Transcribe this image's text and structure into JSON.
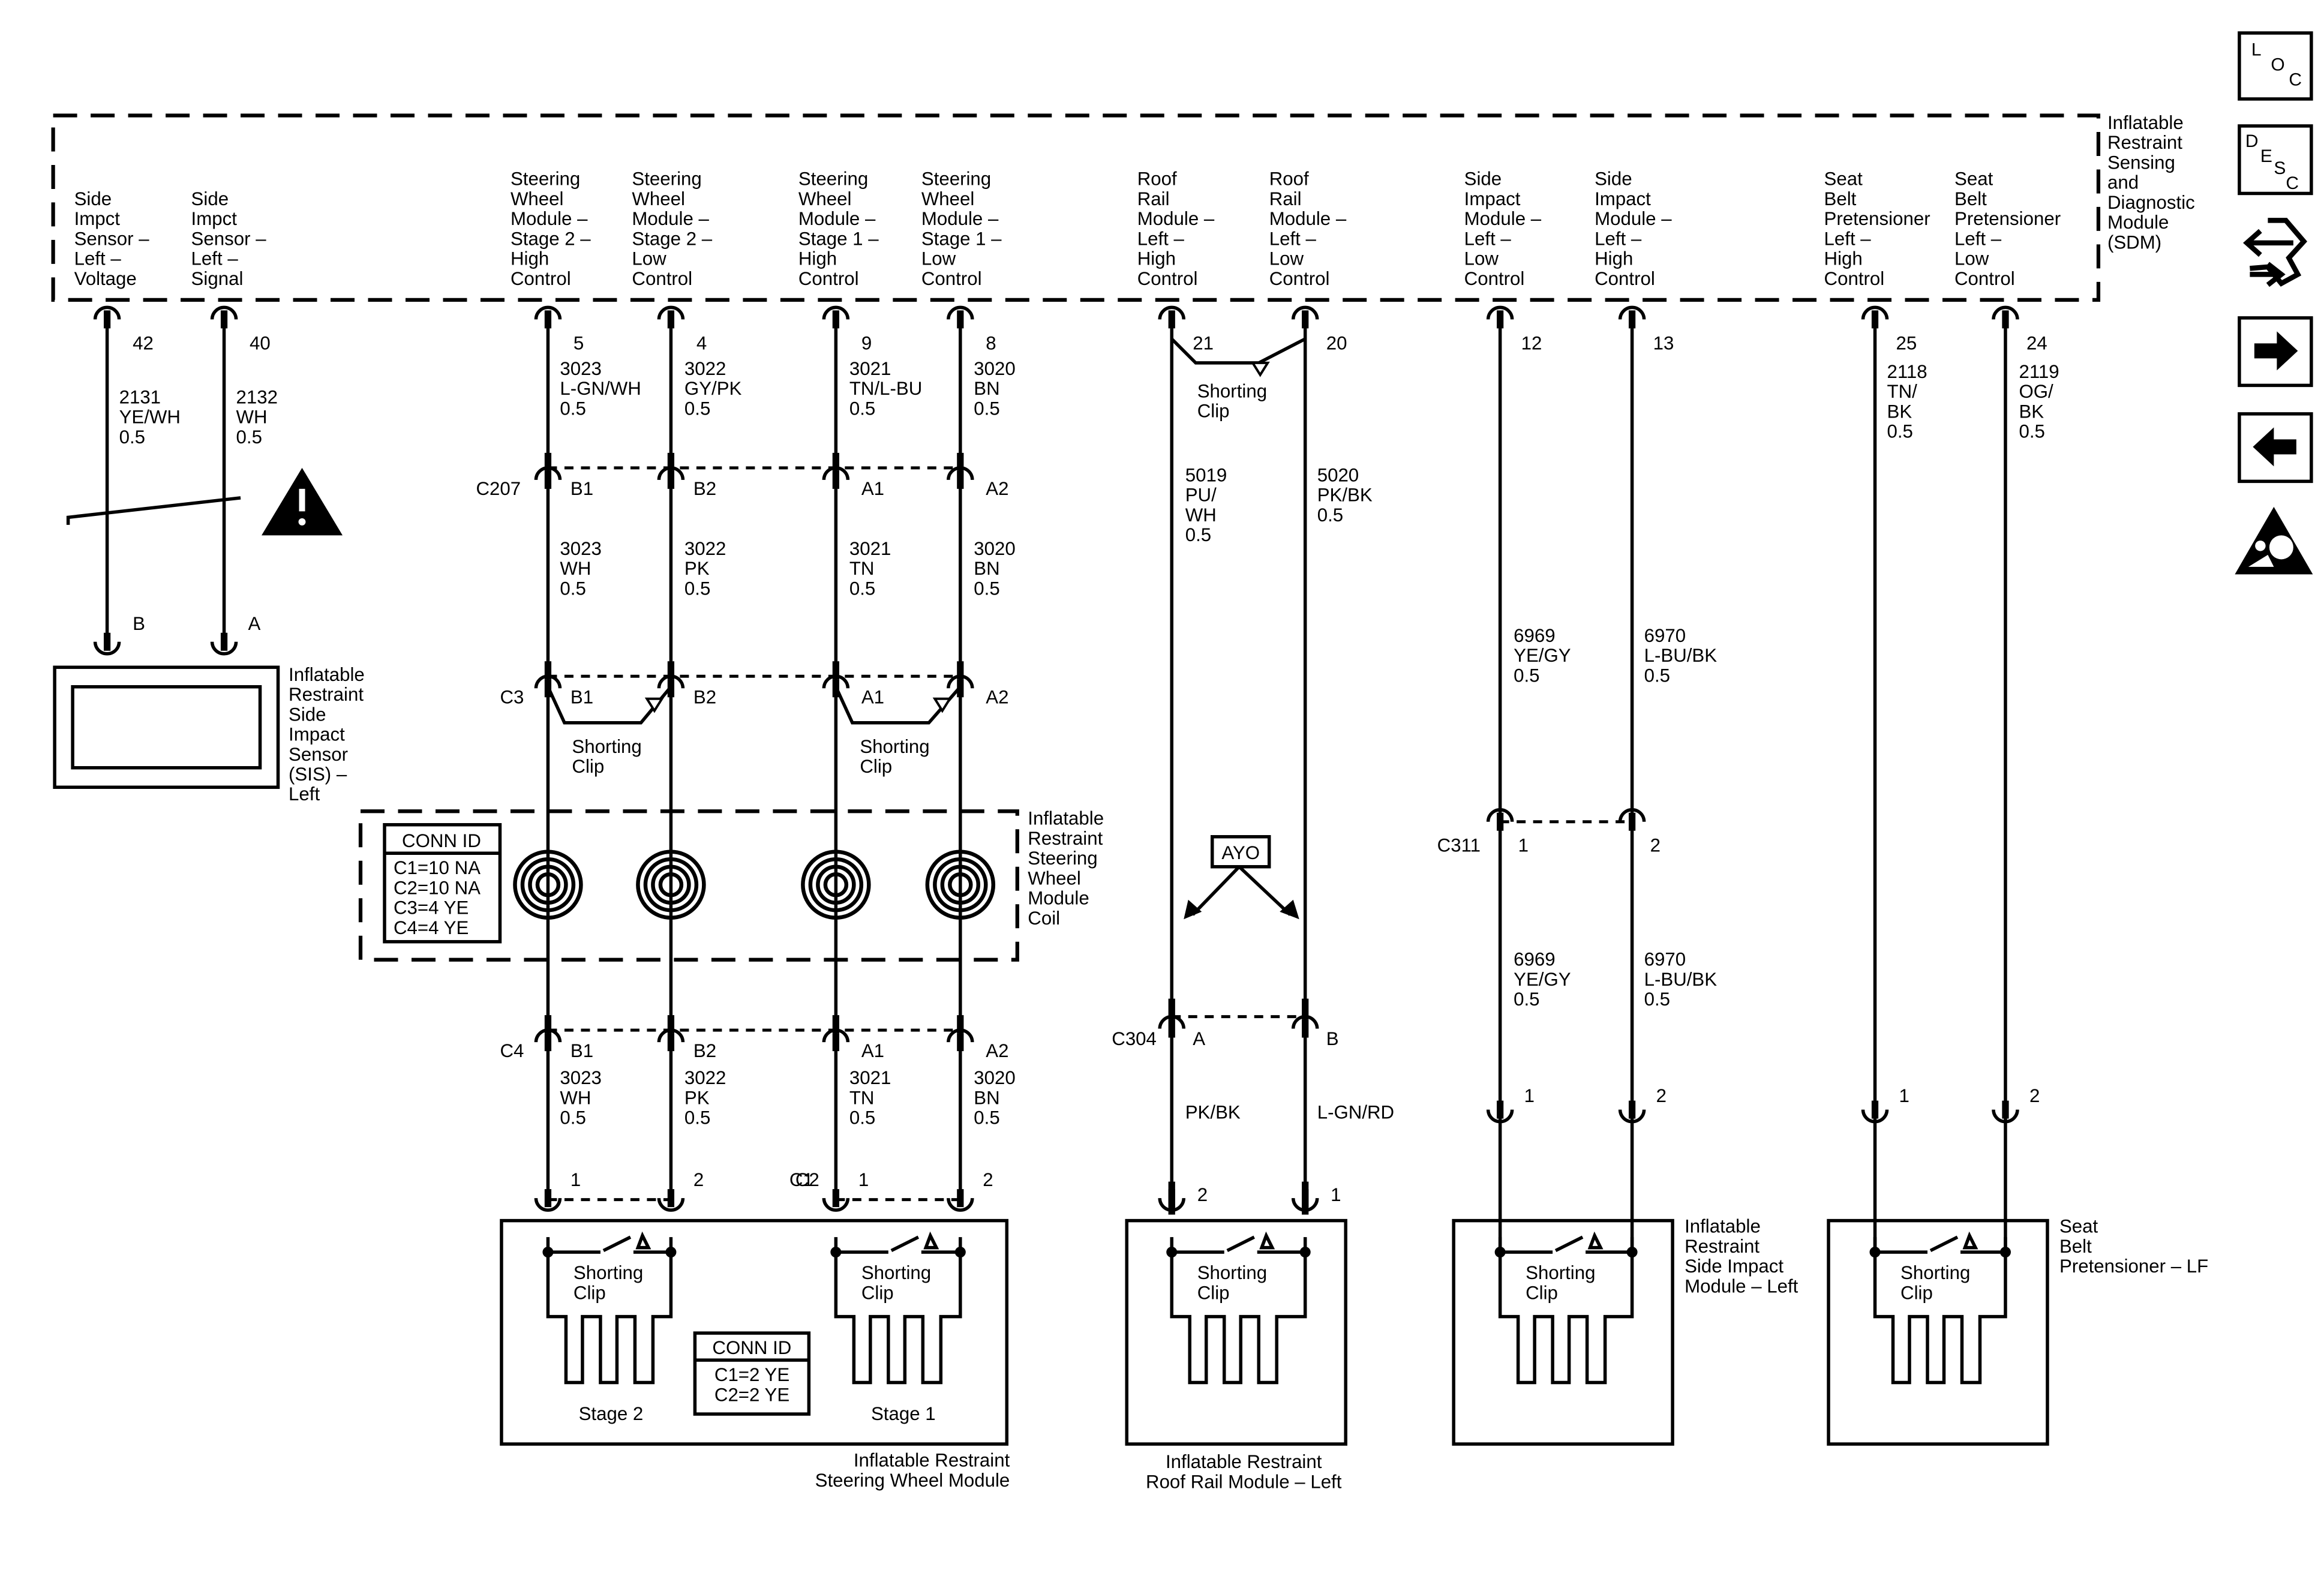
{
  "sdm": {
    "name": [
      "Inflatable",
      "Restraint",
      "Sensing",
      "and",
      "Diagnostic",
      "Module",
      "(SDM)"
    ],
    "pins": [
      {
        "label": [
          "Side",
          "Impct",
          "Sensor –",
          "Left –",
          "Voltage"
        ],
        "pin": "42"
      },
      {
        "label": [
          "Side",
          "Impct",
          "Sensor –",
          "Left –",
          "Signal"
        ],
        "pin": "40"
      },
      {
        "label": [
          "Steering",
          "Wheel",
          "Module –",
          "Stage 2 –",
          "High",
          "Control"
        ],
        "pin": "5"
      },
      {
        "label": [
          "Steering",
          "Wheel",
          "Module –",
          "Stage 2 –",
          "Low",
          "Control"
        ],
        "pin": "4"
      },
      {
        "label": [
          "Steering",
          "Wheel",
          "Module –",
          "Stage 1 –",
          "High",
          "Control"
        ],
        "pin": "9"
      },
      {
        "label": [
          "Steering",
          "Wheel",
          "Module –",
          "Stage 1 –",
          "Low",
          "Control"
        ],
        "pin": "8"
      },
      {
        "label": [
          "Roof",
          "Rail",
          "Module –",
          "Left –",
          "High",
          "Control"
        ],
        "pin": "21"
      },
      {
        "label": [
          "Roof",
          "Rail",
          "Module –",
          "Left –",
          "Low",
          "Control"
        ],
        "pin": "20"
      },
      {
        "label": [
          "Side",
          "Impact",
          "Module –",
          "Left –",
          "Low",
          "Control"
        ],
        "pin": "12"
      },
      {
        "label": [
          "Side",
          "Impact",
          "Module –",
          "Left –",
          "High",
          "Control"
        ],
        "pin": "13"
      },
      {
        "label": [
          "Seat",
          "Belt",
          "Pretensioner",
          "Left –",
          "High",
          "Control"
        ],
        "pin": "25"
      },
      {
        "label": [
          "Seat",
          "Belt",
          "Pretensioner",
          "Left –",
          "Low",
          "Control"
        ],
        "pin": "24"
      }
    ]
  },
  "wires": {
    "sdm_out": [
      [
        "2131",
        "YE/WH",
        "0.5"
      ],
      [
        "2132",
        "WH",
        "0.5"
      ],
      [
        "3023",
        "L-GN/WH",
        "0.5"
      ],
      [
        "3022",
        "GY/PK",
        "0.5"
      ],
      [
        "3021",
        "TN/L-BU",
        "0.5"
      ],
      [
        "3020",
        "BN",
        "0.5"
      ],
      [
        "5019",
        "PU/",
        "WH",
        "0.5"
      ],
      [
        "5020",
        "PK/BK",
        "0.5"
      ],
      [
        "6969",
        "YE/GY",
        "0.5"
      ],
      [
        "6970",
        "L-BU/BK",
        "0.5"
      ],
      [
        "2118",
        "TN/",
        "BK",
        "0.5"
      ],
      [
        "2119",
        "OG/",
        "BK",
        "0.5"
      ]
    ],
    "c207_c3": [
      [
        "3023",
        "WH",
        "0.5"
      ],
      [
        "3022",
        "PK",
        "0.5"
      ],
      [
        "3021",
        "TN",
        "0.5"
      ],
      [
        "3020",
        "BN",
        "0.5"
      ]
    ],
    "c4_c2": [
      [
        "3023",
        "WH",
        "0.5"
      ],
      [
        "3022",
        "PK",
        "0.5"
      ],
      [
        "3021",
        "TN",
        "0.5"
      ],
      [
        "3020",
        "BN",
        "0.5"
      ]
    ],
    "c311_down": [
      [
        "6969",
        "YE/GY",
        "0.5"
      ],
      [
        "6970",
        "L-BU/BK",
        "0.5"
      ]
    ],
    "c304_down": [
      "PK/BK",
      "L-GN/RD"
    ]
  },
  "connectors": {
    "c207": {
      "name": "C207",
      "pins": [
        "B1",
        "B2",
        "A1",
        "A2"
      ]
    },
    "c3": {
      "name": "C3",
      "pins": [
        "B1",
        "B2",
        "A1",
        "A2"
      ]
    },
    "c4": {
      "name": "C4",
      "pins": [
        "B1",
        "B2",
        "A1",
        "A2"
      ]
    },
    "c2": {
      "name": "C2",
      "pins": [
        "1",
        "2"
      ]
    },
    "c1": {
      "name": "C1",
      "pins": [
        "1",
        "2"
      ]
    },
    "c304": {
      "name": "C304",
      "pins": [
        "A",
        "B"
      ]
    },
    "c311": {
      "name": "C311",
      "pins": [
        "1",
        "2"
      ]
    },
    "sis": {
      "pins": [
        "B",
        "A"
      ]
    },
    "side_module": {
      "pins": [
        "1",
        "2"
      ]
    },
    "pretensioner": {
      "pins": [
        "1",
        "2"
      ]
    },
    "roof_rail": {
      "pins": [
        "2",
        "1"
      ]
    }
  },
  "shorting_clip": [
    "Shorting",
    "Clip"
  ],
  "components": {
    "sis": [
      "Inflatable",
      "Restraint",
      "Side",
      "Impact",
      "Sensor",
      "(SIS) –",
      "Left"
    ],
    "coil": [
      "Inflatable",
      "Restraint",
      "Steering",
      "Wheel",
      "Module",
      "Coil"
    ],
    "coil_conn_id": {
      "title": "CONN ID",
      "lines": [
        "C1=10 NA",
        "C2=10 NA",
        "C3=4 YE",
        "C4=4 YE"
      ]
    },
    "steering_module": [
      "Inflatable Restraint",
      "Steering Wheel Module"
    ],
    "steering_conn_id": {
      "title": "CONN ID",
      "lines": [
        "C1=2 YE",
        "C2=2 YE"
      ]
    },
    "stage2": "Stage 2",
    "stage1": "Stage 1",
    "roof_rail_module": [
      "Inflatable Restraint",
      "Roof Rail Module – Left"
    ],
    "side_module": [
      "Inflatable",
      "Restraint",
      "Side Impact",
      "Module – Left"
    ],
    "pretensioner": [
      "Seat",
      "Belt",
      "Pretensioner – LF"
    ],
    "ayo": "AYO"
  },
  "nav_icons": [
    {
      "name": "loc-icon",
      "letters": [
        "L",
        "O",
        "C"
      ]
    },
    {
      "name": "desc-icon",
      "letters": [
        "D",
        "E",
        "S",
        "C"
      ]
    },
    {
      "name": "connector-end-view-icon"
    },
    {
      "name": "next-page-arrow-icon"
    },
    {
      "name": "previous-page-arrow-icon"
    },
    {
      "name": "airbag-warning-icon"
    }
  ]
}
